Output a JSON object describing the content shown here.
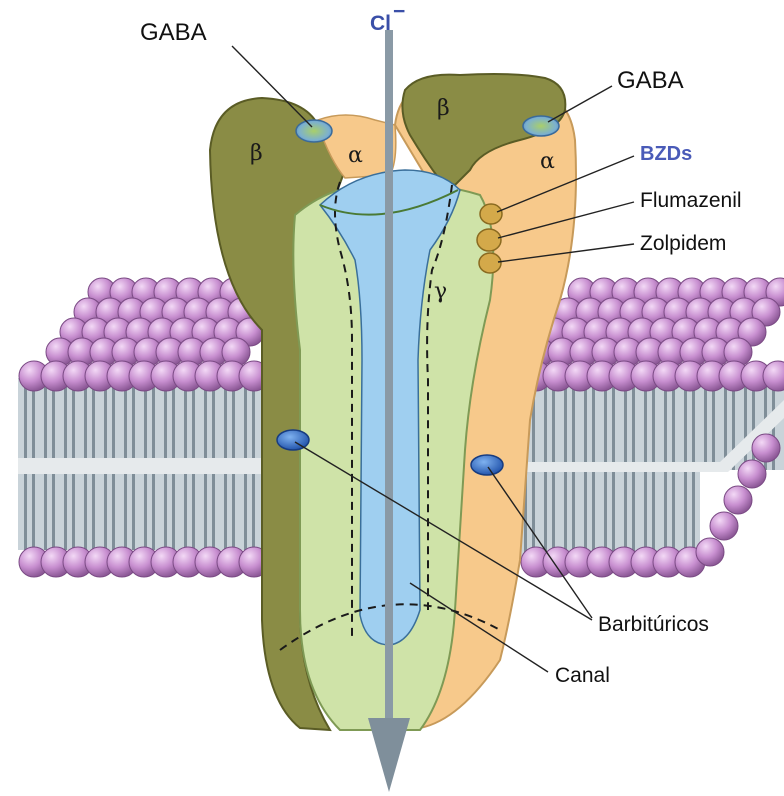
{
  "labels": {
    "gaba_left": "GABA",
    "gaba_right": "GABA",
    "chloride": "Cl",
    "chloride_charge": "−",
    "beta_left": "β",
    "beta_right": "β",
    "alpha_left": "α",
    "alpha_right": "α",
    "gamma": "γ",
    "bzds": "BZDs",
    "flumazenil": "Flumazenil",
    "zolpidem": "Zolpidem",
    "barbituricos": "Barbitúricos",
    "canal": "Canal"
  },
  "colors": {
    "beta_subunit": "#8a8c45",
    "alpha_subunit": "#f7c98b",
    "gamma_subunit": "#cfe3a8",
    "pore": "#9fcff0",
    "ion_arrow": "#8a9aa6",
    "lipid_head": "#c88fd0",
    "bzds_text": "#4a5bb8",
    "barbiturate_site": "#2a62c4"
  }
}
